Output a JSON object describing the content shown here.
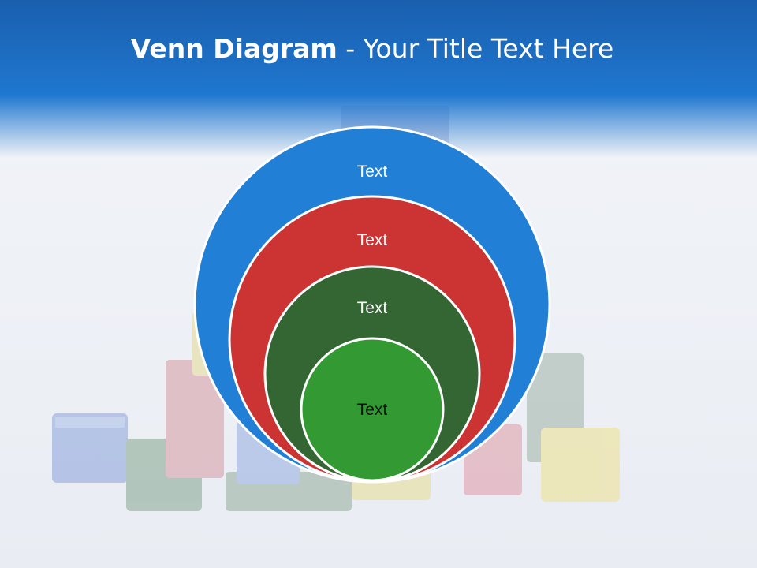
{
  "title": {
    "bold": "Venn Diagram",
    "rest": " - Your Title Text Here"
  },
  "diagram": {
    "type": "nested-venn",
    "circles": [
      {
        "label": "Text",
        "fill": "#2180d6",
        "text_color": "#ffffff"
      },
      {
        "label": "Text",
        "fill": "#cc3333",
        "text_color": "#ffffff"
      },
      {
        "label": "Text",
        "fill": "#336633",
        "text_color": "#ffffff"
      },
      {
        "label": "Text",
        "fill": "#339933",
        "text_color": "#111111"
      }
    ]
  },
  "colors": {
    "header_top": "#1a5fae",
    "header_bottom": "#1f77cf",
    "background": "#eef1f6"
  }
}
